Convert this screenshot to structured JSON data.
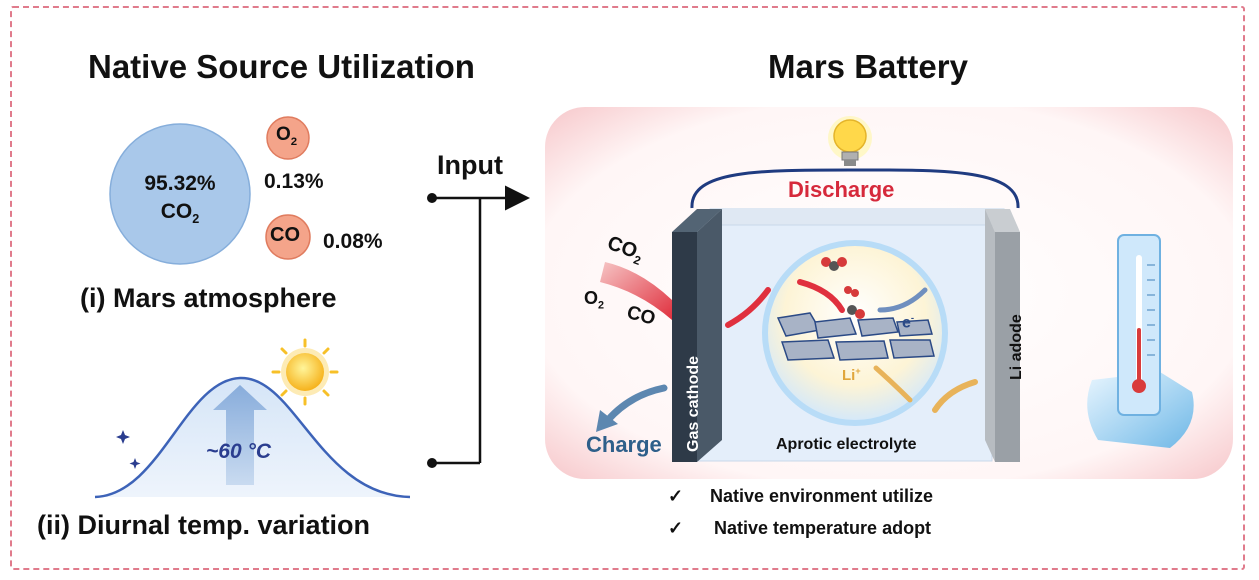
{
  "left": {
    "title": "Native Source Utilization",
    "co2_percent": "95.32%",
    "co2_label": "CO",
    "o2_label": "O",
    "o2_percent": "0.13%",
    "co_label": "CO",
    "co_percent": "0.08%",
    "atmosphere_caption": "(i) Mars atmosphere",
    "temperature_value": "~60 °C",
    "temperature_caption": "(ii) Diurnal temp. variation"
  },
  "middle": {
    "input_label": "Input"
  },
  "right": {
    "title": "Mars Battery",
    "discharge_label": "Discharge",
    "charge_label": "Charge",
    "cathode_label": "Gas cathode",
    "anode_label": "Li adode",
    "electrolyte_label": "Aprotic electrolyte",
    "gas_co2": "CO",
    "gas_o2": "O",
    "gas_co": "CO",
    "electron_label": "e",
    "lithium_ion_label": "Li",
    "check_mark": "✓",
    "feature_1": "Native environment utilize",
    "feature_2": "Native temperature adopt"
  },
  "colors": {
    "frame_dash": "#e07b8c",
    "co2_circle": "#a9c8ea",
    "gas_circle": "#f4a48a",
    "discharge_text": "#d6293b",
    "charge_text": "#2e5f8a",
    "cathode": "#2e3a48",
    "anode": "#9aa0a6",
    "temp_curve": "#3d63b8"
  }
}
